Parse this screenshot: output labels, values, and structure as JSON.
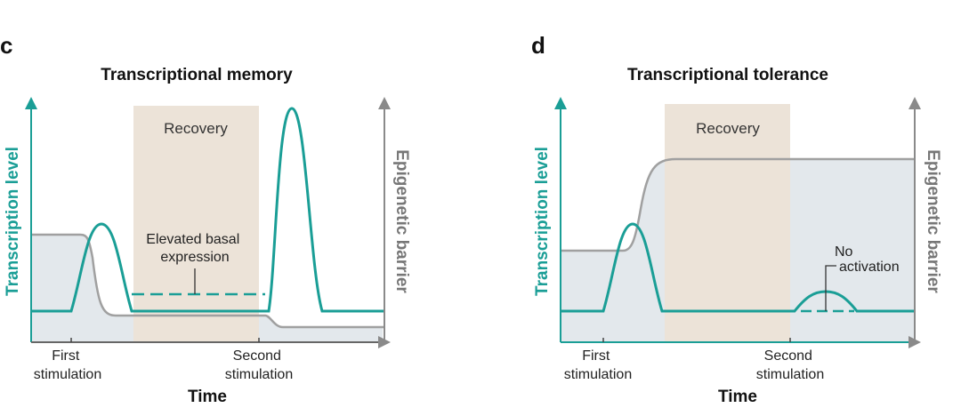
{
  "colors": {
    "teal": "#1a9e96",
    "gray": "#9a9a9a",
    "axis_gray": "#8a8a8a",
    "fill_gray": "#e3e8ec",
    "recovery": "#ece3d8"
  },
  "panels": [
    {
      "letter": "c",
      "title": "Transcriptional memory",
      "recovery_label": "Recovery",
      "y_left_label": "Transcription level",
      "y_right_label": "Epigenetic barrier",
      "x_label": "Time",
      "tick1": [
        "First",
        "stimulation"
      ],
      "tick2": [
        "Second",
        "stimulation"
      ],
      "annotation": [
        "Elevated basal",
        "expression"
      ]
    },
    {
      "letter": "d",
      "title": "Transcriptional tolerance",
      "recovery_label": "Recovery",
      "y_left_label": "Transcription level",
      "y_right_label": "Epigenetic barrier",
      "x_label": "Time",
      "tick1": [
        "First",
        "stimulation"
      ],
      "tick2": [
        "Second",
        "stimulation"
      ],
      "annotation": [
        "No",
        "activation"
      ]
    }
  ]
}
